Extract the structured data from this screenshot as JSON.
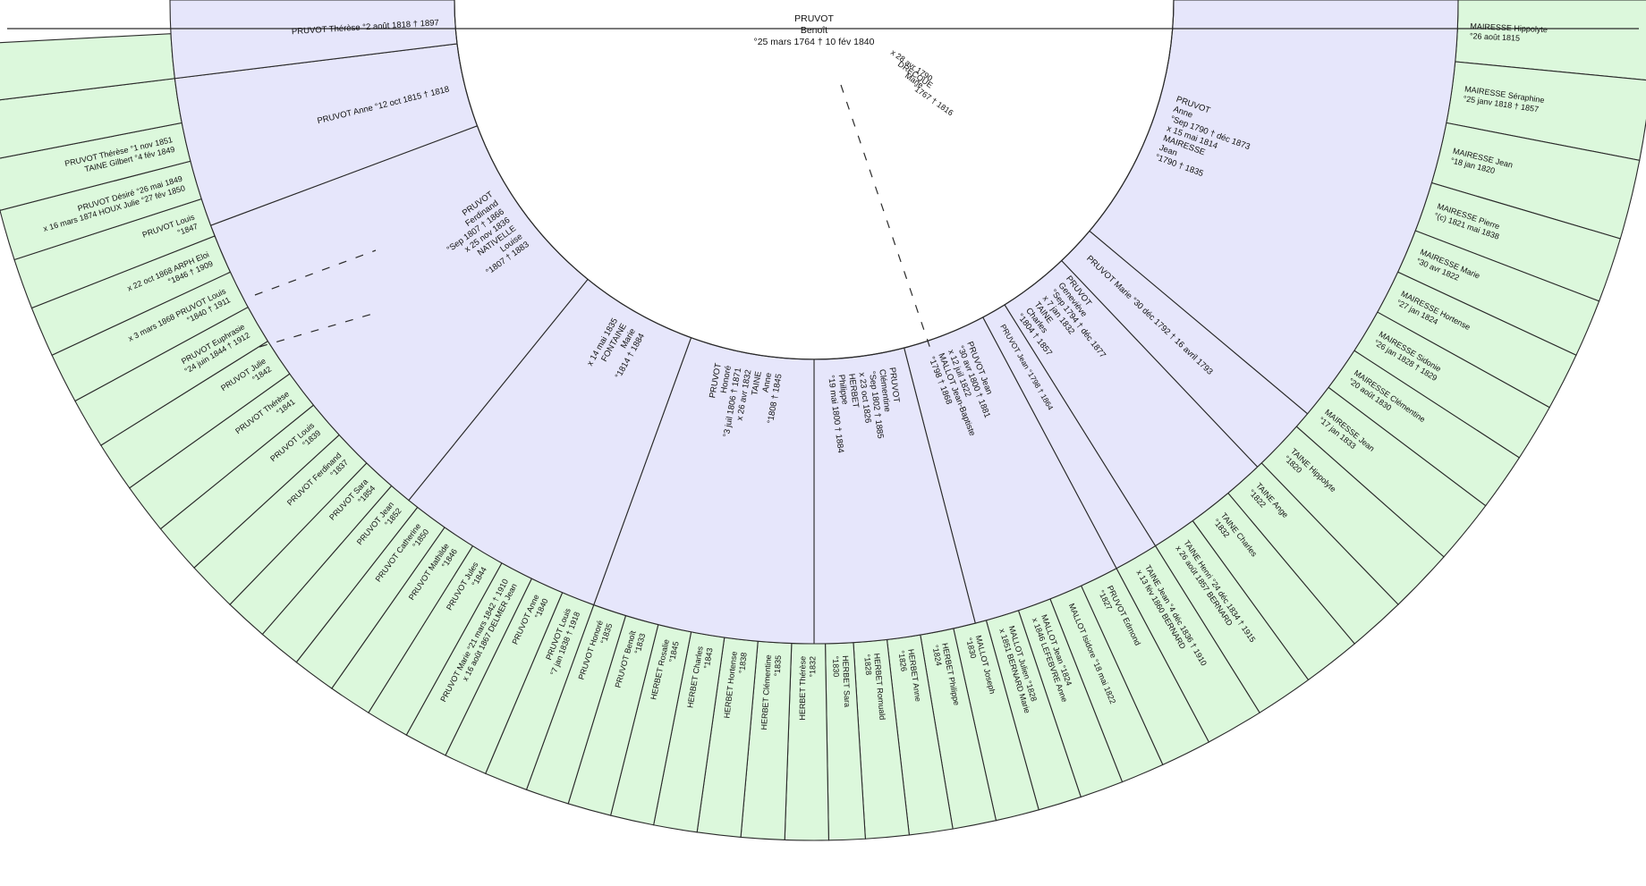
{
  "colors": {
    "inner_ring": "#e6e6fb",
    "outer_ring": "#dcf8dc",
    "line": "#2a2a2a"
  },
  "root": {
    "lines": [
      "PRUVOT",
      "Benoît",
      "°25 mars 1764 † 10 fév 1840"
    ],
    "marriage": [
      "x 28 avr 1790",
      "DRECQUE",
      "Marie",
      "°1767 † 1816"
    ]
  },
  "children": [
    {
      "lines": [
        "PRUVOT",
        "Anne",
        "°Sep 1790 † déc 1873",
        "x 15 mai 1814",
        "MAIRESSE",
        "Jean",
        "°1790 † 1835"
      ]
    },
    {
      "lines": [
        "PRUVOT Marie °30 déc 1792 † 16 avril 1793"
      ]
    },
    {
      "lines": [
        "PRUVOT",
        "Geneviève",
        "°Sep 1794 † déc 1877",
        "x 7 jan 1832",
        "TAINE",
        "Charles",
        "°1804 † 1857"
      ]
    },
    {
      "lines": [
        "PRUVOT Jean °1798 † 1864"
      ]
    },
    {
      "lines": [
        "PRUVOT Jean",
        "°30 avr 1800 † 1881",
        "x 12 juil 1822",
        "MALLOT Jean-Baptiste",
        "°1798 † 1868"
      ]
    },
    {
      "lines": [
        "PRUVOT",
        "Clémentine",
        "°Sep 1802 † 1885",
        "x 23 oct 1826",
        "HERBET",
        "Philippe",
        "°19 mai 1800 † 1884"
      ]
    },
    {
      "lines": [
        "PRUVOT",
        "Honoré",
        "°3 juil 1806 † 1871",
        "x 26 avr 1832",
        "TAINE",
        "Anne",
        "°1808 † 1845"
      ]
    },
    {
      "lines": [
        "x 14 mai 1835",
        "FONTAINE",
        "Marie",
        "°1814 † 1884"
      ]
    },
    {
      "lines": [
        "PRUVOT",
        "Ferdinand",
        "°Sep 1807 † 1866",
        "x 25 nov 1836",
        "NATIVELLE",
        "Louise",
        "°1807 † 1883"
      ]
    },
    {
      "lines": [
        "PRUVOT Anne °12 oct 1815 † 1818"
      ]
    },
    {
      "lines": [
        "PRUVOT Thérèse °2 août 1818 † 1897"
      ]
    }
  ],
  "grandchildren": [
    {
      "lines": [
        "MAIRESSE Hippolyte",
        "°26 août 1815"
      ]
    },
    {
      "lines": [
        "MAIRESSE Séraphine",
        "°25 janv 1818 † 1857"
      ]
    },
    {
      "lines": [
        "MAIRESSE Jean",
        "°18 jan 1820"
      ]
    },
    {
      "lines": [
        "MAIRESSE Pierre",
        "°(c) 1821 mai 1838"
      ]
    },
    {
      "lines": [
        "MAIRESSE Marie",
        "°30 avr 1822"
      ]
    },
    {
      "lines": [
        "MAIRESSE Hortense",
        "°27 jan 1824"
      ]
    },
    {
      "lines": [
        "MAIRESSE Sidonie",
        "°26 jan 1828 † 1829"
      ]
    },
    {
      "lines": [
        "MAIRESSE Clémentine",
        "°20 août 1830"
      ]
    },
    {
      "lines": [
        "MAIRESSE Jean",
        "°17 jan 1833"
      ]
    },
    {
      "lines": [
        "TAINE Hippolyte",
        "°1820"
      ]
    },
    {
      "lines": [
        "TAINE Ange",
        "°1822"
      ]
    },
    {
      "lines": [
        "TAINE Charles",
        "°1832"
      ]
    },
    {
      "lines": [
        "TAINE Henri °24 déc 1834 † 1915",
        "x 26 août 1857 BERNARD"
      ]
    },
    {
      "lines": [
        "TAINE Jean °4 déc 1836 † 1910",
        "x 13 fév 1860 BERNARD"
      ]
    },
    {
      "lines": [
        "PRUVOT Edmond",
        "°1827"
      ]
    },
    {
      "lines": [
        "MALLOT Isidore °18 mai 1822"
      ]
    },
    {
      "lines": [
        "MALLOT Jean °1824",
        "x 1846 LEFEBVRE Anne"
      ]
    },
    {
      "lines": [
        "MALLOT Julien °1828",
        "x 1851 BERNARD Marie"
      ]
    },
    {
      "lines": [
        "MALLOT Joseph",
        "°1830"
      ]
    },
    {
      "lines": [
        "HERBET Philippe",
        "°1824"
      ]
    },
    {
      "lines": [
        "HERBET Anne",
        "°1826"
      ]
    },
    {
      "lines": [
        "HERBET Romuald",
        "°1828"
      ]
    },
    {
      "lines": [
        "HERBET Sara",
        "°1830"
      ]
    },
    {
      "lines": [
        "HERBET Thérèse",
        "°1832"
      ]
    },
    {
      "lines": [
        "HERBET Clémentine",
        "°1835"
      ]
    },
    {
      "lines": [
        "HERBET Hortense",
        "°1838"
      ]
    },
    {
      "lines": [
        "HERBET Charles",
        "°1843"
      ]
    },
    {
      "lines": [
        "HERBET Rosalie",
        "°1845"
      ]
    },
    {
      "lines": [
        "PRUVOT Benoît",
        "°1833"
      ]
    },
    {
      "lines": [
        "PRUVOT Honoré",
        "°1835"
      ]
    },
    {
      "lines": [
        "PRUVOT Louis",
        "°7 jan 1838 † 1918"
      ]
    },
    {
      "lines": [
        "PRUVOT Anne",
        "°1840"
      ]
    },
    {
      "lines": [
        "PRUVOT Marie °21 mars 1842 † 1910",
        "x 16 août 1867 DELMER Jean"
      ]
    },
    {
      "lines": [
        "PRUVOT Jules",
        "°1844"
      ]
    },
    {
      "lines": [
        "PRUVOT Mathilde",
        "°1846"
      ]
    },
    {
      "lines": [
        "PRUVOT Catherine",
        "°1850"
      ]
    },
    {
      "lines": [
        "PRUVOT Jean",
        "°1852"
      ]
    },
    {
      "lines": [
        "PRUVOT Sara",
        "°1854"
      ]
    },
    {
      "lines": [
        "PRUVOT Ferdinand",
        "°1837"
      ]
    },
    {
      "lines": [
        "PRUVOT Louis",
        "°1839"
      ]
    },
    {
      "lines": [
        "PRUVOT Thérèse",
        "°1841"
      ]
    },
    {
      "lines": [
        "PRUVOT Julie",
        "°1842"
      ]
    },
    {
      "lines": [
        "PRUVOT Euphrasie",
        "°24 juin 1844 † 1912"
      ]
    },
    {
      "lines": [
        "x 3 mars 1868 PRUVOT Louis",
        "°1840 † 1911"
      ]
    },
    {
      "lines": [
        "x 22 oct 1868 ARPH Eloi",
        "°1846 † 1909"
      ]
    },
    {
      "lines": [
        "PRUVOT Louis",
        "°1847"
      ]
    },
    {
      "lines": [
        "PRUVOT Désiré °26 mai 1849",
        "x 16 mars 1874 HOUX Julie °27 fév 1850"
      ]
    },
    {
      "lines": [
        "PRUVOT Thérèse °1 nov 1851",
        "TAINE Gilbert °4 fév 1849"
      ]
    },
    {
      "lines": [
        ""
      ]
    },
    {
      "lines": [
        ""
      ]
    }
  ]
}
